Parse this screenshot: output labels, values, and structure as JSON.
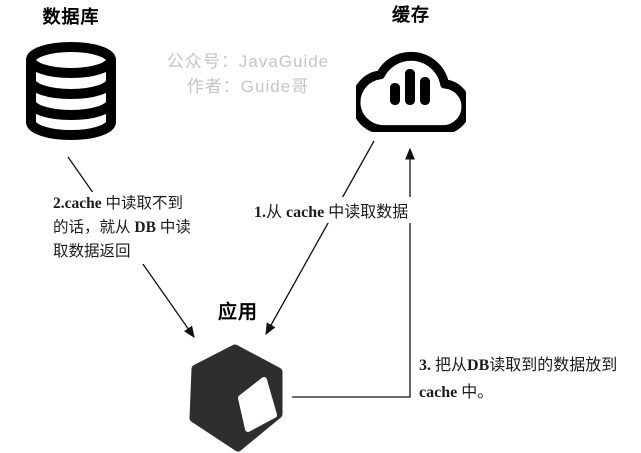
{
  "nodes": {
    "database": {
      "label": "数据库"
    },
    "cache": {
      "label": "缓存"
    },
    "app": {
      "label": "应用"
    }
  },
  "watermark": {
    "line1": "公众号：JavaGuide",
    "line2": "作者：Guide哥"
  },
  "annotations": {
    "step1": {
      "runs": [
        {
          "bold": true,
          "text": "1."
        },
        {
          "bold": false,
          "text": "从 "
        },
        {
          "bold": true,
          "text": "cache"
        },
        {
          "bold": false,
          "text": " 中读取数据"
        }
      ]
    },
    "step2": {
      "runs": [
        {
          "bold": true,
          "text": "2.cache"
        },
        {
          "bold": false,
          "text": " 中读取不到的话，就从 "
        },
        {
          "bold": true,
          "text": "DB"
        },
        {
          "bold": false,
          "text": " 中读取数据返回"
        }
      ]
    },
    "step3": {
      "runs": [
        {
          "bold": true,
          "text": "3."
        },
        {
          "bold": false,
          "text": " 把从"
        },
        {
          "bold": true,
          "text": "DB"
        },
        {
          "bold": false,
          "text": "读取到的数据放到 "
        },
        {
          "bold": true,
          "text": "cache"
        },
        {
          "bold": false,
          "text": " 中。"
        }
      ]
    }
  },
  "colors": {
    "icon": "#000000",
    "cube": "#2e2e2e",
    "line": "#111111",
    "annotation_text": "#1c1c1c",
    "watermark": "#c5c5c5"
  }
}
